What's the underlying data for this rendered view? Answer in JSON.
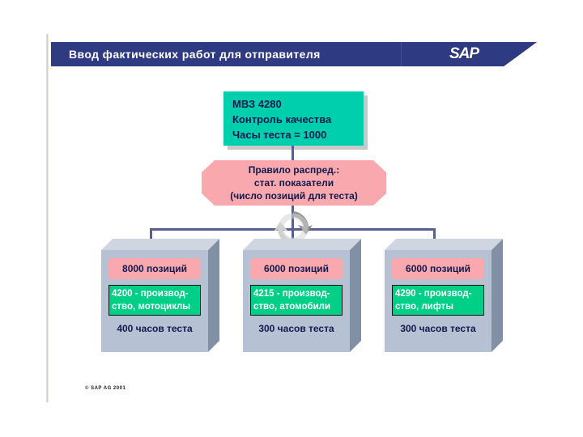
{
  "slide": {
    "header": {
      "title": "Ввод фактических работ для отправителя",
      "logo": "SAP",
      "bar_color": "#2e3a82"
    },
    "copyright": "© SAP AG 2001",
    "cost_center": {
      "line1": "МВЗ 4280",
      "line2": "Контроль качества",
      "line3": "Часы теста = 1000",
      "fill_color": "#00cfae"
    },
    "rule": {
      "line1": "Правило распред.:",
      "line2": "стат. показатели",
      "line3": "(число позиций для теста)",
      "fill_color": "#f9a8ae"
    },
    "cycle_icon_name": "cycle-arrows-icon",
    "receivers": [
      {
        "positions": "8000 позиций",
        "order_line1": "4200 - производ-",
        "order_line2": "ство, мотоциклы",
        "hours": "400 часов теста"
      },
      {
        "positions": "6000 позиций",
        "order_line1": "4215 - производ-",
        "order_line2": "ство, атомобили",
        "hours": "300 часов теста"
      },
      {
        "positions": "6000 позиций",
        "order_line1": "4290 - производ-",
        "order_line2": "ство, лифты",
        "hours": "300 часов теста"
      }
    ],
    "colors": {
      "pink": "#f9a8ae",
      "teal": "#00cfae",
      "green": "#00cf87",
      "box_face": "#b7c1d4",
      "connector": "#57608f"
    }
  }
}
